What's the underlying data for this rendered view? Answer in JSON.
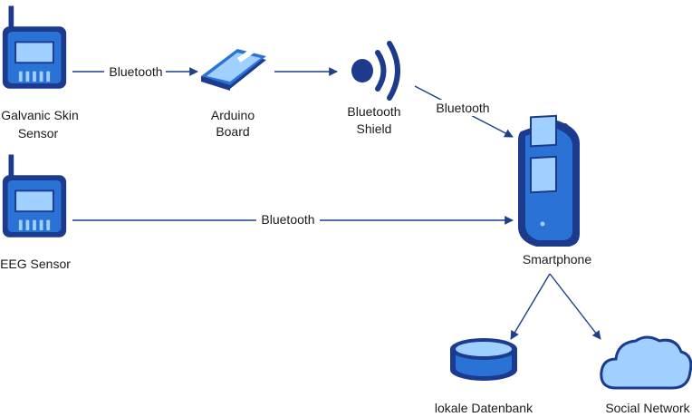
{
  "nodes": {
    "gsr": {
      "label_line1": "Galvanic Skin",
      "label_line2": "Sensor"
    },
    "eeg": {
      "label": "EEG Sensor"
    },
    "arduino": {
      "label_line1": "Arduino",
      "label_line2": "Board"
    },
    "bt_shield": {
      "label_line1": "Bluetooth",
      "label_line2": "Shield"
    },
    "smartphone": {
      "label": "Smartphone"
    },
    "database": {
      "label": "lokale Datenbank"
    },
    "social": {
      "label": "Social Network"
    }
  },
  "edges": {
    "gsr_to_arduino": {
      "label": "Bluetooth"
    },
    "shield_to_phone": {
      "label": "Bluetooth"
    },
    "eeg_to_phone": {
      "label": "Bluetooth"
    }
  },
  "icons": {
    "sensor": "sensor-card-icon",
    "arduino": "arduino-board-icon",
    "bluetooth": "bluetooth-signal-icon",
    "phone": "smartphone-icon",
    "database": "database-cylinder-icon",
    "cloud": "cloud-icon"
  },
  "colors": {
    "icon_dark": "#1c3a8e",
    "icon_mid": "#2a72d6",
    "icon_light": "#9fd0ff",
    "line": "#1f3e8c"
  }
}
